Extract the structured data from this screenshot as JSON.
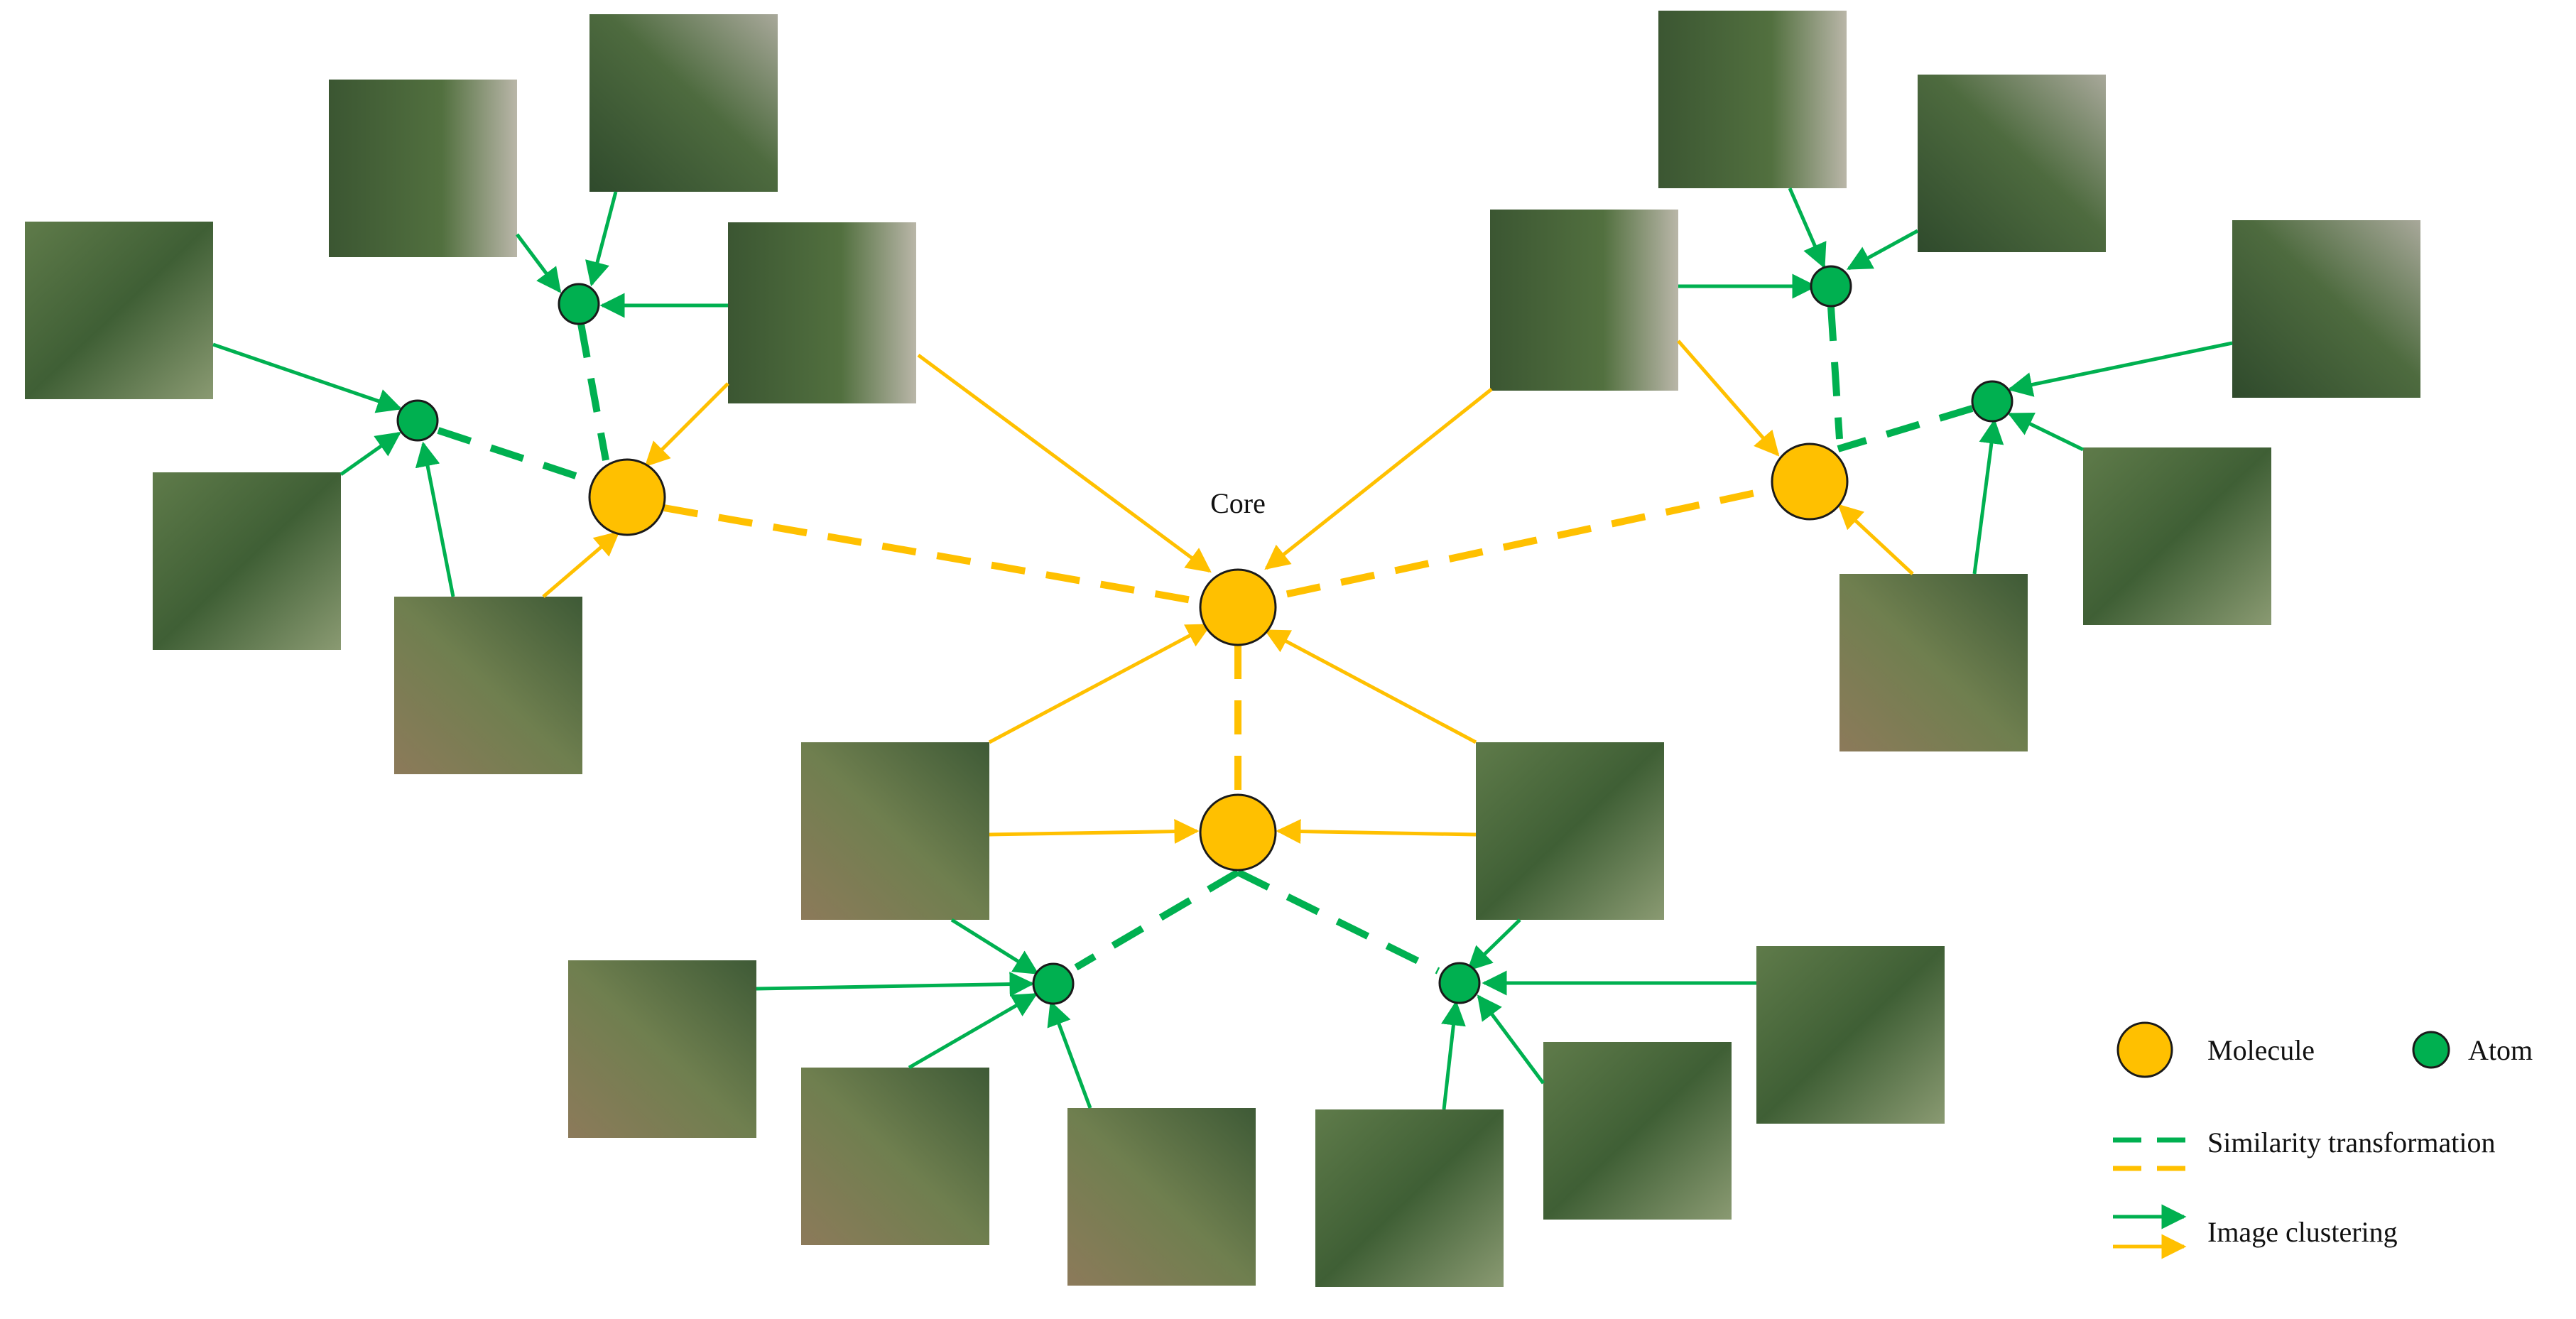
{
  "diagram": {
    "core_label": "Core"
  },
  "legend": {
    "molecule": "Molecule",
    "atom": "Atom",
    "similarity": "Similarity transformation",
    "clustering": "Image clustering"
  },
  "colors": {
    "molecule_fill": "#FFC000",
    "atom_fill": "#00B050",
    "green_line": "#00B050",
    "orange_line": "#FFC000",
    "node_stroke": "#1a1a1a"
  }
}
